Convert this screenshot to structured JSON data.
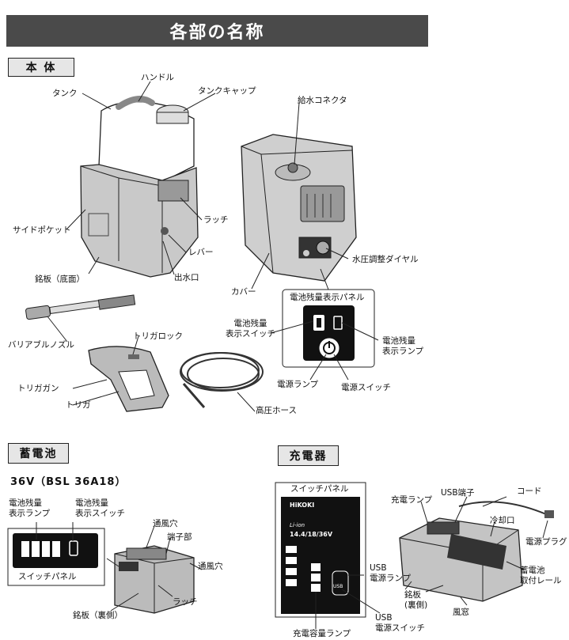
{
  "title": "各部の名称",
  "sections": {
    "body": "本 体",
    "battery": "蓄電池",
    "charger": "充電器"
  },
  "body_labels": {
    "handle": "ハンドル",
    "tank": "タンク",
    "tank_cap": "タンクキャップ",
    "water_connector": "給水コネクタ",
    "side_pocket": "サイドポケット",
    "latch": "ラッチ",
    "lever": "レバー",
    "nameplate_bottom": "銘板（底面）",
    "water_outlet": "出水口",
    "cover": "カバー",
    "pressure_dial": "水圧調整ダイヤル",
    "panel_title": "電池残量表示パネル",
    "indicator_switch_1": "電池残量",
    "indicator_switch_2": "表示スイッチ",
    "indicator_lamp_1": "電池残量",
    "indicator_lamp_2": "表示ランプ",
    "power_lamp": "電源ランプ",
    "power_switch": "電源スイッチ",
    "variable_nozzle": "バリアブルノズル",
    "trigger_lock": "トリガロック",
    "trigger_gun": "トリガガン",
    "trigger": "トリガ",
    "hose": "高圧ホース"
  },
  "battery_labels": {
    "model": "36V（BSL 36A18）",
    "lamp_1": "電池残量",
    "lamp_2": "表示ランプ",
    "switch_1": "電池残量",
    "switch_2": "表示スイッチ",
    "switch_panel": "スイッチパネル",
    "vent_top": "通風穴",
    "terminal": "端子部",
    "vent_side": "通風穴",
    "latch": "ラッチ",
    "nameplate_back": "銘板（裏側）"
  },
  "charger_labels": {
    "switch_panel": "スイッチパネル",
    "brand": "HiKOKI",
    "liion": "Li-ion",
    "voltage": "14.4/18/36V",
    "charge_lamp": "充電ランプ",
    "usb_port": "USB端子",
    "cord": "コード",
    "cooling_vent": "冷却口",
    "power_plug": "電源プラグ",
    "usb_lamp_1": "USB",
    "usb_lamp_2": "電源ランプ",
    "nameplate_1": "銘板",
    "nameplate_2": "(裏側)",
    "battery_rail_1": "蓄電池",
    "battery_rail_2": "取付レール",
    "vent_window": "風窓",
    "usb_switch_1": "USB",
    "usb_switch_2": "電源スイッチ",
    "capacity_lamp": "充電容量ランプ",
    "usb_icon": "USB"
  }
}
